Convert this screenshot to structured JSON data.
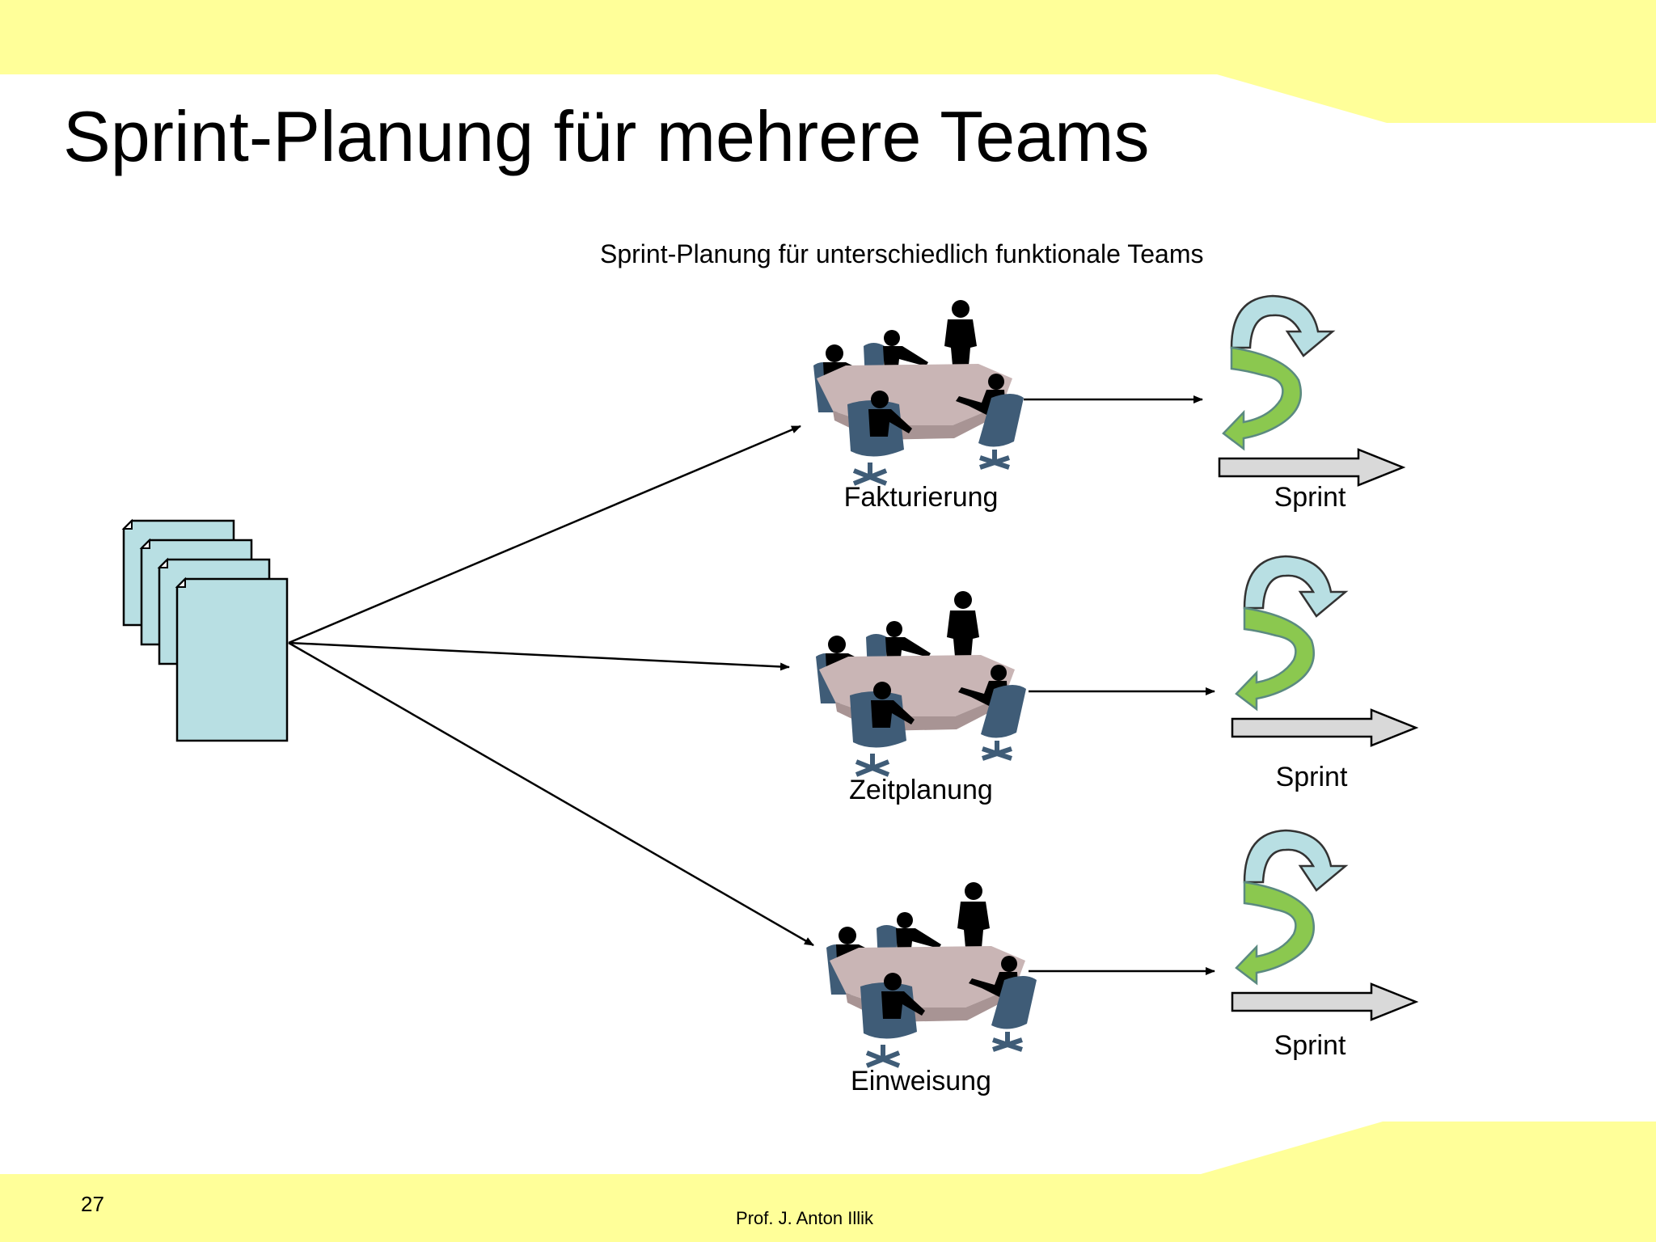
{
  "slide": {
    "title": "Sprint-Planung für mehrere Teams",
    "subtitle": "Sprint-Planung für unterschiedlich funktionale Teams",
    "page_number": "27",
    "author": "Prof. J. Anton Illik"
  },
  "teams": [
    {
      "label": "Fakturierung",
      "sprint_label": "Sprint"
    },
    {
      "label": "Zeitplanung",
      "sprint_label": "Sprint"
    },
    {
      "label": "Einweisung",
      "sprint_label": "Sprint"
    }
  ],
  "icons": {
    "backlog": "document-stack-icon",
    "team": "meeting-table-icon",
    "sprint": "cycle-arrow-icon"
  },
  "colors": {
    "band": "#ffff99",
    "document_fill": "#b8dfe3",
    "chair": "#3f5c77",
    "table": "#c9b5b5",
    "cycle_green": "#8bc84f",
    "cycle_blue": "#b8dfe3",
    "sprint_arrow": "#d9d9d9"
  }
}
